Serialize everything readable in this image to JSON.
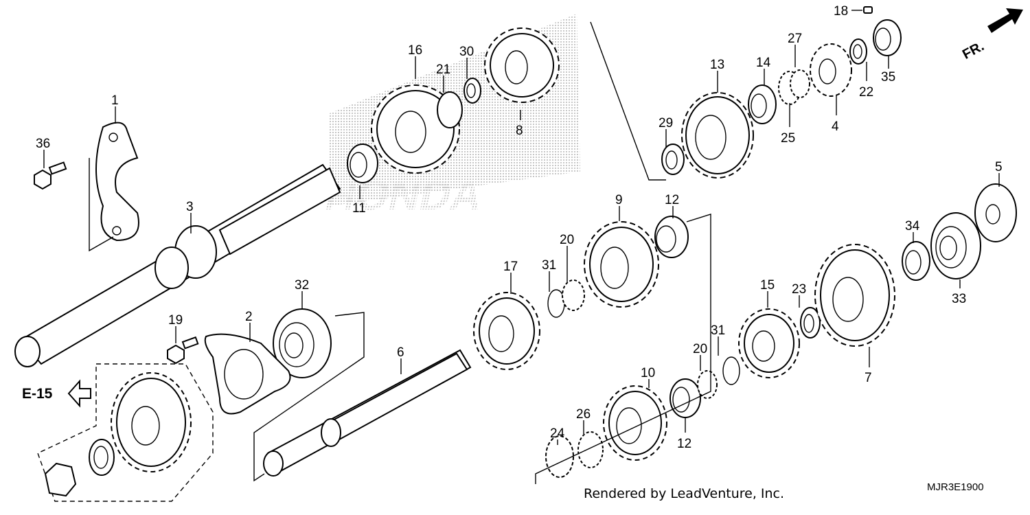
{
  "footer": {
    "rendered_by": "Rendered by LeadVenture, Inc.",
    "diagram_code": "MJR3E1900"
  },
  "labels": {
    "direction_label": "FR.",
    "reference_label": "E-15",
    "watermark_text": "HONDA"
  },
  "callouts": [
    "1",
    "2",
    "3",
    "4",
    "5",
    "6",
    "7",
    "8",
    "9",
    "10",
    "11",
    "12",
    "12",
    "13",
    "14",
    "15",
    "16",
    "17",
    "18",
    "19",
    "20",
    "20",
    "21",
    "22",
    "23",
    "24",
    "25",
    "26",
    "27",
    "29",
    "30",
    "31",
    "31",
    "32",
    "33",
    "34",
    "35",
    "36"
  ],
  "icons": {
    "direction_arrow": "arrow-up-right-icon",
    "reference_arrow": "arrow-left-outline-icon"
  },
  "colors": {
    "ink": "#000000",
    "background": "#ffffff",
    "watermark": "#c8c8c8"
  }
}
